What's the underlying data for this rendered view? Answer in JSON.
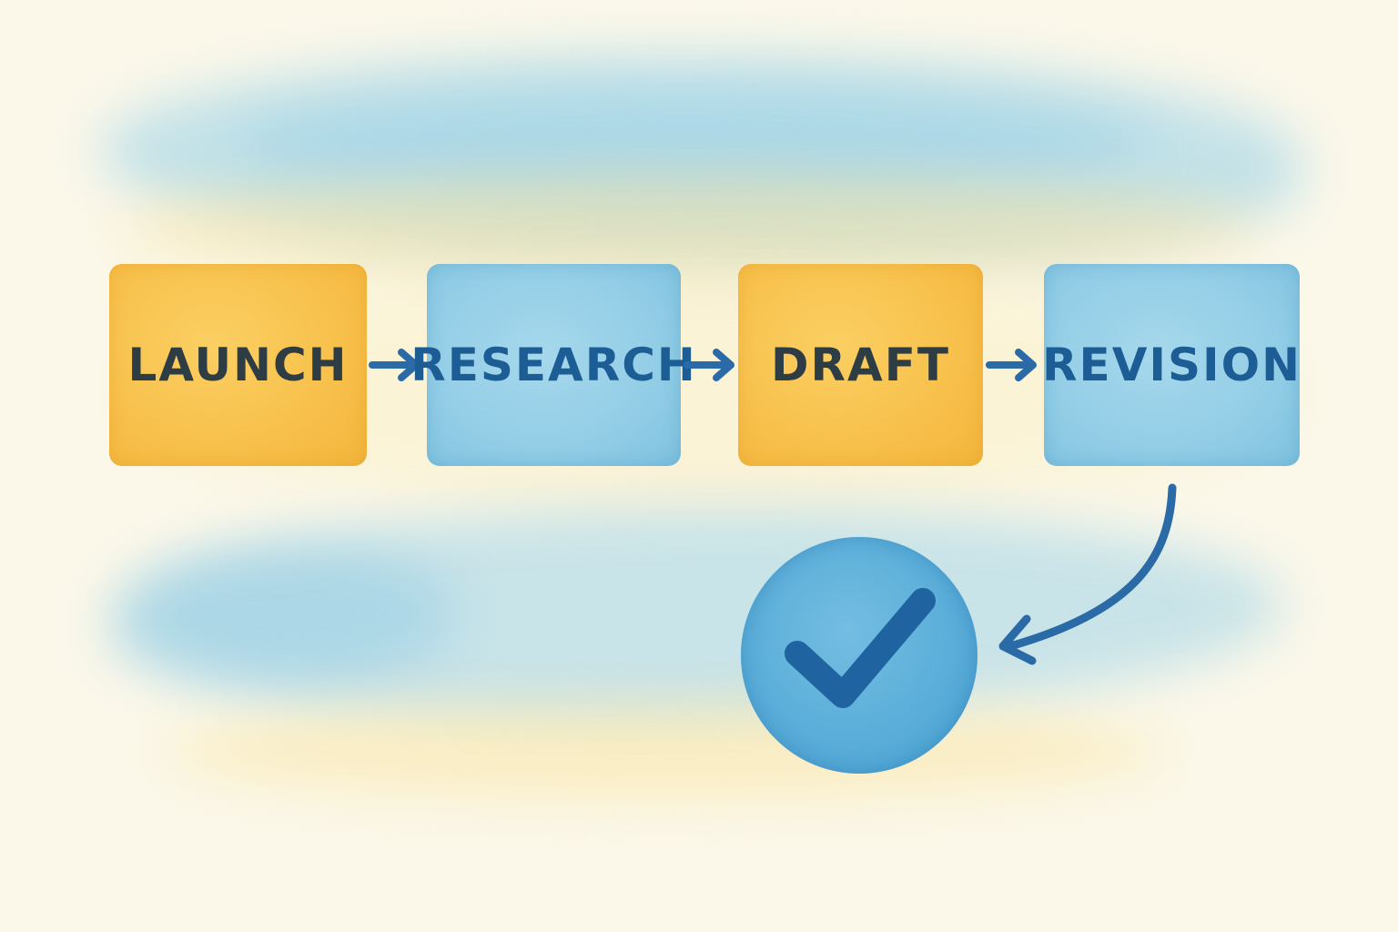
{
  "steps": [
    {
      "label": "LAUNCH",
      "color": "#f7c04a"
    },
    {
      "label": "RESEARCH",
      "color": "#92cde6"
    },
    {
      "label": "DRAFT",
      "color": "#f7c04a"
    },
    {
      "label": "REVISION",
      "color": "#92cde6"
    }
  ],
  "connectors": [
    "arrow-right",
    "arrow-right",
    "arrow-right",
    "curved-arrow-down-left"
  ],
  "completion": {
    "icon": "checkmark-icon",
    "color": "#5aaed9"
  },
  "colors": {
    "background": "#fbf8ea",
    "yellow_box": "#f7c04a",
    "blue_box": "#92cde6",
    "dark_text": "#2e3d44",
    "blue_text": "#1d5d95",
    "arrow": "#2a6aa6"
  }
}
